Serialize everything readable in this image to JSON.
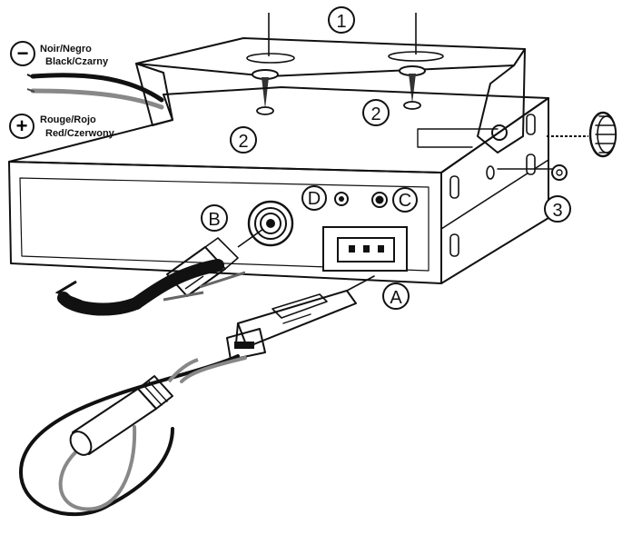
{
  "wires": {
    "negative": {
      "symbol": "−",
      "line1": "Noir/Negro",
      "line2": "Black/Czarny"
    },
    "positive": {
      "symbol": "+",
      "line1": "Rouge/Rojo",
      "line2": "Red/Czerwony"
    }
  },
  "callouts": {
    "bracket": "1",
    "screw_left": "2",
    "screw_right": "2",
    "washer": "3",
    "power_socket": "A",
    "antenna_socket": "B",
    "jack_c": "C",
    "jack_d": "D"
  }
}
